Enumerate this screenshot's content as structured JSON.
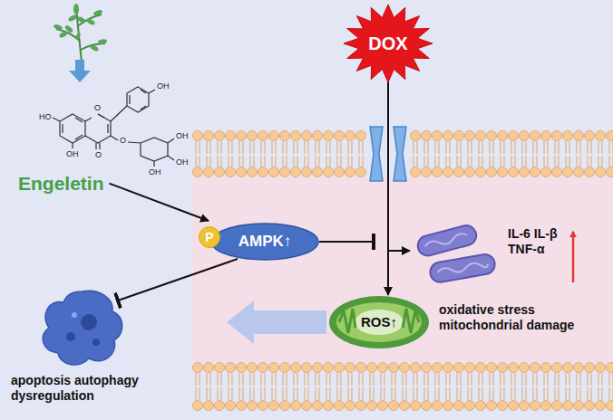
{
  "diagram": {
    "nodes": [
      {
        "text": [
          "Engeletin"
        ]
      },
      {
        "text": [
          "DOX"
        ]
      },
      {
        "text": [
          "AMPK↑"
        ]
      },
      {
        "text": [
          "P"
        ],
        "in": 2
      },
      {
        "text": [
          "IL-6 IL-β TNF-α"
        ]
      },
      {
        "text": [
          "ROS↑",
          "oxidative stress mitochondrial damage"
        ]
      },
      {
        "text": [
          "apoptosis autophagy dysregulation"
        ]
      }
    ],
    "edges": [
      {
        "from": 0,
        "to": 2,
        "arrow": "to"
      },
      {
        "from": 1,
        "to": 5,
        "arrow": "to"
      },
      {
        "from": 1,
        "to": 4,
        "arrow": "to"
      },
      {
        "from": 2,
        "to": 5,
        "arrow": "to"
      },
      {
        "from": 2,
        "to": 6,
        "arrow": "to"
      },
      {
        "from": 5,
        "to": 6,
        "arrow": "to"
      }
    ],
    "labels": [
      "HO",
      "OH",
      "O",
      "O",
      "OH",
      "O",
      "OH",
      "OH",
      "OH"
    ]
  }
}
